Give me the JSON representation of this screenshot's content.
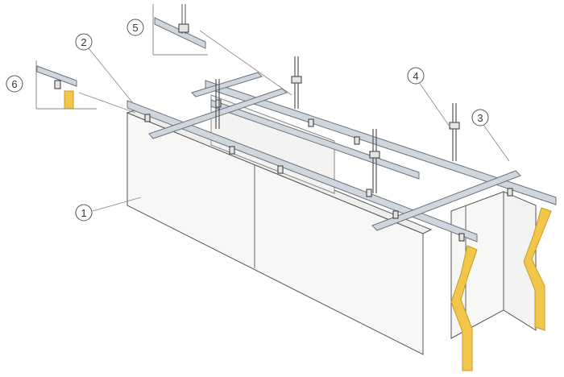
{
  "colors": {
    "background": "#ffffff",
    "panel_stroke": "#555555",
    "rail_fill": "#cfd6dd",
    "rail_dark": "#7d8790",
    "insulation": "#f2c64a",
    "leader": "#777777"
  },
  "callouts": [
    {
      "id": "1",
      "label": "1"
    },
    {
      "id": "2",
      "label": "2"
    },
    {
      "id": "3",
      "label": "3"
    },
    {
      "id": "4",
      "label": "4"
    },
    {
      "id": "5",
      "label": "5"
    },
    {
      "id": "6",
      "label": "6"
    }
  ]
}
